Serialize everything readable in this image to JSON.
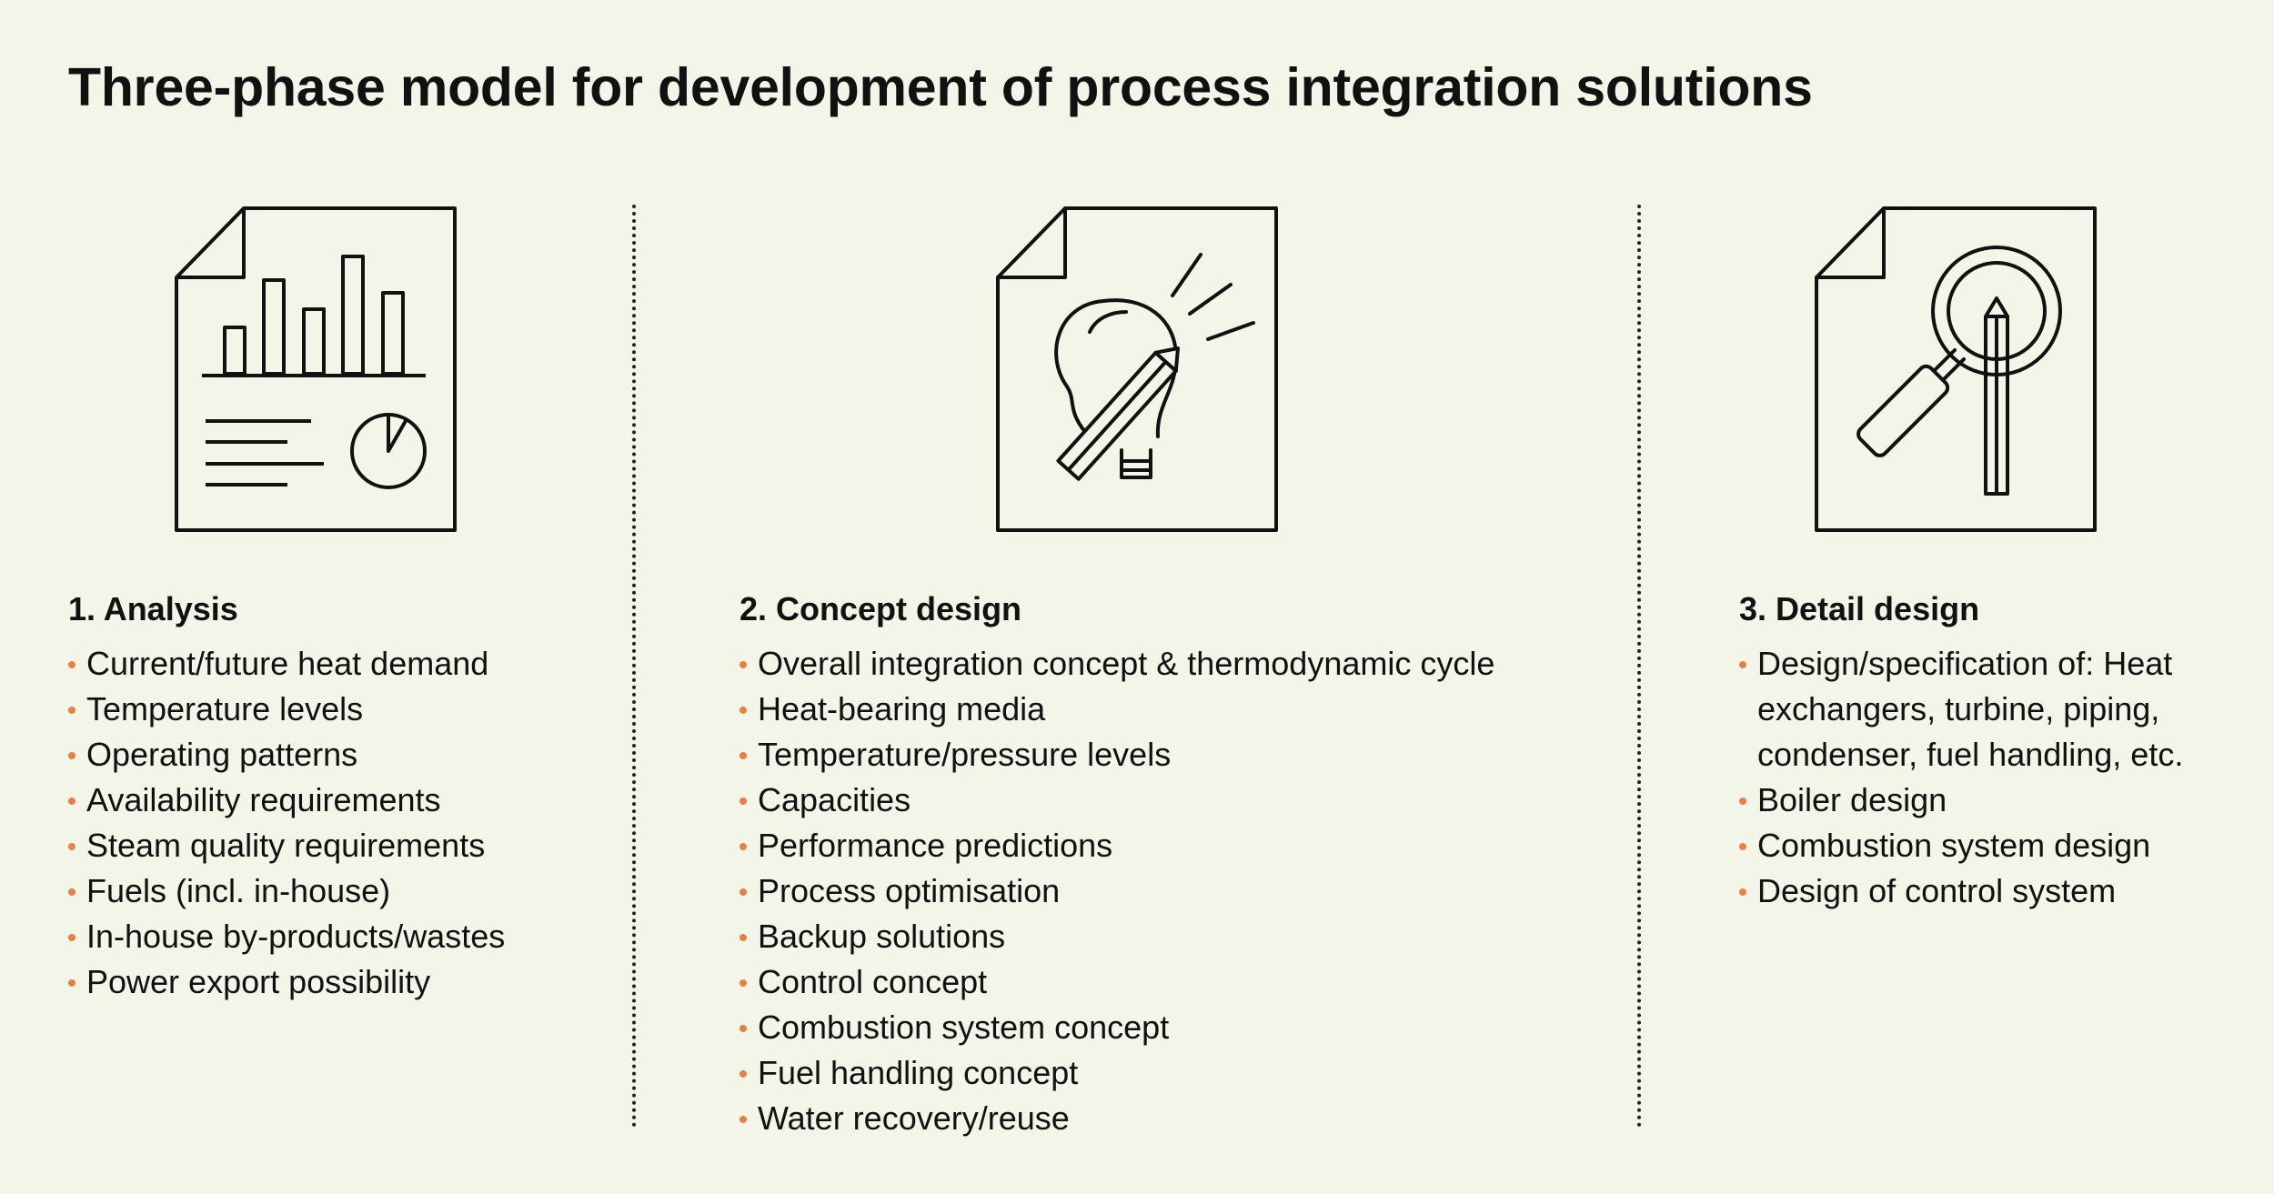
{
  "title": "Three-phase model for development of process integration solutions",
  "phases": [
    {
      "heading": "1. Analysis",
      "icon": "report-chart-icon",
      "items": [
        "Current/future heat demand",
        "Temperature levels",
        "Operating patterns",
        "Availability requirements",
        "Steam quality requirements",
        "Fuels (incl. in-house)",
        "In-house by-products/wastes",
        "Power export possibility"
      ]
    },
    {
      "heading": "2. Concept design",
      "icon": "lightbulb-pencil-icon",
      "items": [
        "Overall integration concept & thermodynamic cycle",
        "Heat-bearing media",
        "Temperature/pressure levels",
        "Capacities",
        "Performance predictions",
        "Process optimisation",
        "Backup solutions",
        "Control concept",
        "Combustion system concept",
        "Fuel handling concept",
        "Water recovery/reuse"
      ]
    },
    {
      "heading": "3. Detail design",
      "icon": "magnifier-pencil-icon",
      "items": [
        [
          "Design/specification of: Heat",
          "exchangers, turbine, piping,",
          "condenser, fuel handling, etc."
        ],
        "Boiler design",
        "Combustion system design",
        "Design of control system"
      ]
    }
  ],
  "colors": {
    "background": "#f2f5e8",
    "bullet": "#e87f47",
    "line": "#111111"
  }
}
